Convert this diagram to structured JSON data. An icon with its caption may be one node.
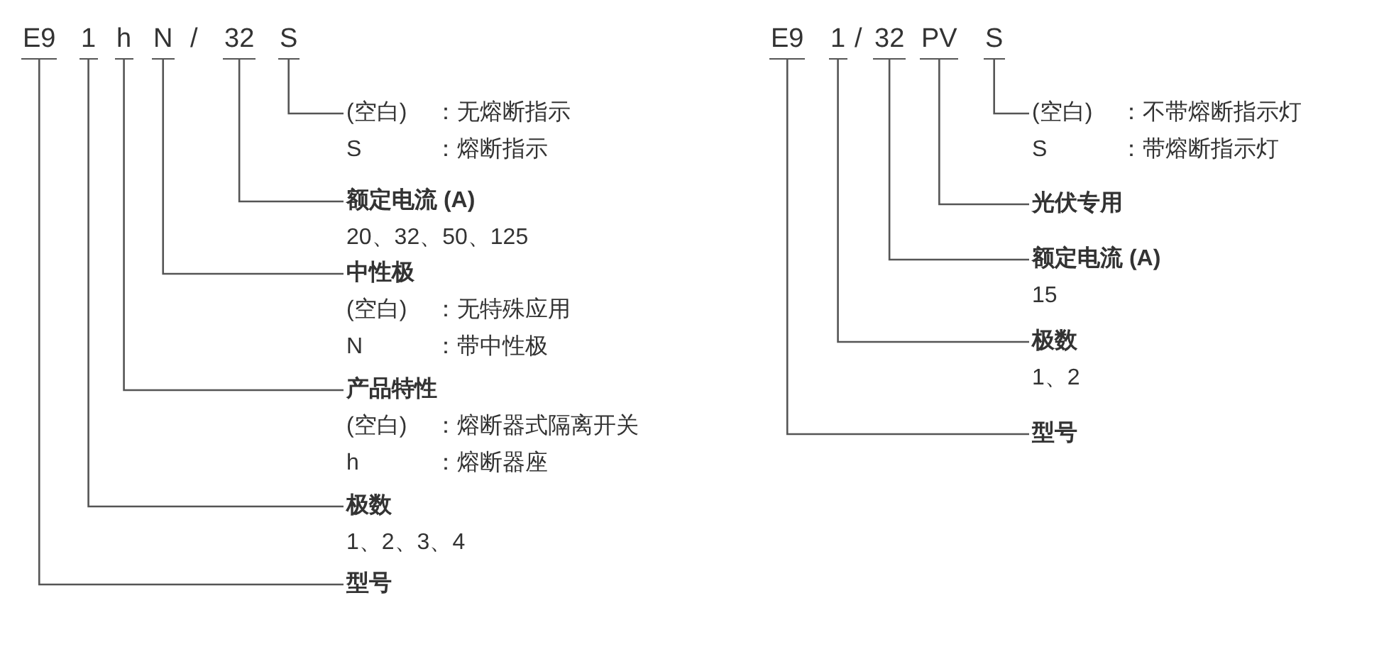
{
  "diagram": {
    "nodes": [
      {
        "text": [
          "E9"
        ]
      },
      {
        "text": [
          "1"
        ]
      },
      {
        "text": [
          "h"
        ]
      },
      {
        "text": [
          "N"
        ]
      },
      {
        "text": [
          "32"
        ]
      },
      {
        "text": [
          "S"
        ]
      },
      {
        "text": [
          "(空白)",
          "：无熔断指示",
          "S",
          "：熔断指示"
        ]
      },
      {
        "text": [
          "额定电流 (A)",
          "20、32、50、125"
        ]
      },
      {
        "text": [
          "中性极",
          "(空白)",
          "：无特殊应用",
          "N",
          "：带中性极"
        ]
      },
      {
        "text": [
          "产品特性",
          "(空白)",
          "：熔断器式隔离开关",
          "h",
          "：熔断器座"
        ]
      },
      {
        "text": [
          "极数",
          "1、2、3、4"
        ]
      },
      {
        "text": [
          "型号"
        ]
      },
      {
        "text": [
          "E9"
        ]
      },
      {
        "text": [
          "1"
        ]
      },
      {
        "text": [
          "32"
        ]
      },
      {
        "text": [
          "PV"
        ]
      },
      {
        "text": [
          "S"
        ]
      },
      {
        "text": [
          "(空白)",
          "：不带熔断指示灯",
          "S",
          "：带熔断指示灯"
        ]
      },
      {
        "text": [
          "光伏专用"
        ]
      },
      {
        "text": [
          "额定电流 (A)",
          "15"
        ]
      },
      {
        "text": [
          "极数",
          "1、2"
        ]
      },
      {
        "text": [
          "型号"
        ]
      }
    ],
    "edges": [
      {
        "from": 5,
        "to": 6,
        "arrow": "none"
      },
      {
        "from": 4,
        "to": 7,
        "arrow": "none"
      },
      {
        "from": 3,
        "to": 8,
        "arrow": "none"
      },
      {
        "from": 2,
        "to": 9,
        "arrow": "none"
      },
      {
        "from": 1,
        "to": 10,
        "arrow": "none"
      },
      {
        "from": 0,
        "to": 11,
        "arrow": "none"
      },
      {
        "from": 16,
        "to": 17,
        "arrow": "none"
      },
      {
        "from": 15,
        "to": 18,
        "arrow": "none"
      },
      {
        "from": 14,
        "to": 19,
        "arrow": "none"
      },
      {
        "from": 13,
        "to": 20,
        "arrow": "none"
      },
      {
        "from": 12,
        "to": 21,
        "arrow": "none"
      }
    ],
    "labels": [
      "/",
      "/"
    ]
  }
}
